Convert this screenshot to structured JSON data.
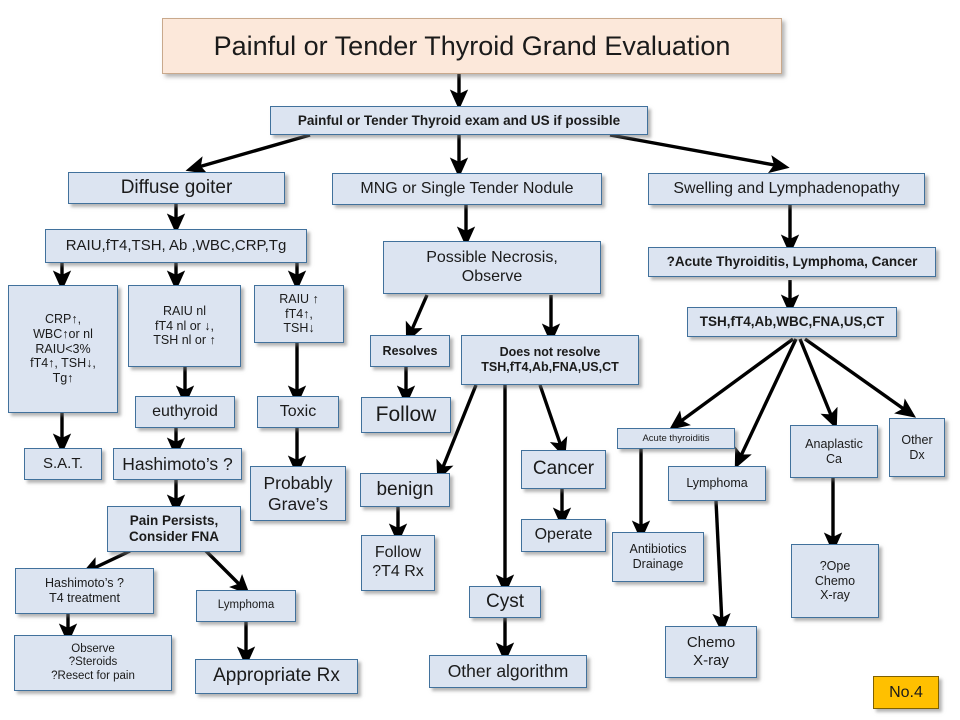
{
  "diagram": {
    "title": "Painful or Tender Thyroid Grand Evaluation",
    "badge": "No.4",
    "colors": {
      "title_fill": "#FCE8DA",
      "node_fill": "#DCE4F1",
      "node_border": "#41719C",
      "badge_fill": "#FFC000",
      "arrow": "#000000",
      "background": "#FFFFFF"
    },
    "root": "Painful or Tender Thyroid exam and US if possible",
    "nodes": [
      {
        "id": "exam",
        "label": "Painful or Tender Thyroid exam and US if possible"
      },
      {
        "id": "diffuse",
        "label": "Diffuse goiter"
      },
      {
        "id": "mng",
        "label": "MNG or Single Tender Nodule"
      },
      {
        "id": "swelling",
        "label": "Swelling and Lymphadenopathy"
      },
      {
        "id": "raiu_panel",
        "label": "RAIU,fT4,TSH, Ab ,WBC,CRP,Tg"
      },
      {
        "id": "crp_up",
        "label": "CRP↑,\nWBC↑or nl\nRAIU<3%\nfT4↑, TSH↓,\nTg↑"
      },
      {
        "id": "raiu_nl",
        "label": "RAIU nl\nfT4 nl or ↓,\nTSH nl or ↑"
      },
      {
        "id": "raiu_up",
        "label": "RAIU ↑\nfT4↑,\nTSH↓"
      },
      {
        "id": "euthyroid",
        "label": "euthyroid"
      },
      {
        "id": "toxic",
        "label": "Toxic"
      },
      {
        "id": "sat",
        "label": "S.A.T."
      },
      {
        "id": "hashimoto_q",
        "label": "Hashimoto’s ?"
      },
      {
        "id": "graves",
        "label": "Probably\nGrave’s"
      },
      {
        "id": "pain_fna",
        "label": "Pain Persists,\nConsider FNA"
      },
      {
        "id": "hashi_t4",
        "label": "Hashimoto’s ?\nT4 treatment"
      },
      {
        "id": "lymphoma_l",
        "label": "Lymphoma"
      },
      {
        "id": "observe",
        "label": "Observe\n?Steroids\n?Resect for pain"
      },
      {
        "id": "approp_rx",
        "label": "Appropriate Rx"
      },
      {
        "id": "necrosis",
        "label": "Possible Necrosis,\nObserve"
      },
      {
        "id": "resolves",
        "label": "Resolves"
      },
      {
        "id": "notresolve",
        "label": "Does not resolve\nTSH,fT4,Ab,FNA,US,CT"
      },
      {
        "id": "follow",
        "label": "Follow"
      },
      {
        "id": "benign",
        "label": "benign"
      },
      {
        "id": "cancer",
        "label": "Cancer"
      },
      {
        "id": "follow_t4",
        "label": "Follow\n?T4 Rx"
      },
      {
        "id": "operate",
        "label": "Operate"
      },
      {
        "id": "cyst",
        "label": "Cyst"
      },
      {
        "id": "other_algo",
        "label": "Other algorithm"
      },
      {
        "id": "acute_list",
        "label": "?Acute Thyroiditis, Lymphoma,  Cancer"
      },
      {
        "id": "tsh_panel",
        "label": "TSH,fT4,Ab,WBC,FNA,US,CT"
      },
      {
        "id": "acute_thy",
        "label": "Acute thyroiditis"
      },
      {
        "id": "lymphoma_r",
        "label": "Lymphoma"
      },
      {
        "id": "anaplastic",
        "label": "Anaplastic\nCa"
      },
      {
        "id": "other_dx",
        "label": "Other\nDx"
      },
      {
        "id": "antibiotics",
        "label": "Antibiotics\nDrainage"
      },
      {
        "id": "chemo_xray",
        "label": "Chemo\nX-ray"
      },
      {
        "id": "ope_chemo",
        "label": "?Ope\nChemo\nX-ray"
      }
    ],
    "edges": [
      [
        "title",
        "exam"
      ],
      [
        "exam",
        "diffuse"
      ],
      [
        "exam",
        "mng"
      ],
      [
        "exam",
        "swelling"
      ],
      [
        "diffuse",
        "raiu_panel"
      ],
      [
        "raiu_panel",
        "crp_up"
      ],
      [
        "raiu_panel",
        "raiu_nl"
      ],
      [
        "raiu_panel",
        "raiu_up"
      ],
      [
        "crp_up",
        "sat"
      ],
      [
        "raiu_nl",
        "euthyroid"
      ],
      [
        "euthyroid",
        "hashimoto_q"
      ],
      [
        "hashimoto_q",
        "pain_fna"
      ],
      [
        "pain_fna",
        "hashi_t4"
      ],
      [
        "pain_fna",
        "lymphoma_l"
      ],
      [
        "hashi_t4",
        "observe"
      ],
      [
        "lymphoma_l",
        "approp_rx"
      ],
      [
        "raiu_up",
        "toxic"
      ],
      [
        "toxic",
        "graves"
      ],
      [
        "mng",
        "necrosis"
      ],
      [
        "necrosis",
        "resolves"
      ],
      [
        "necrosis",
        "notresolve"
      ],
      [
        "resolves",
        "follow"
      ],
      [
        "notresolve",
        "benign"
      ],
      [
        "notresolve",
        "cyst"
      ],
      [
        "notresolve",
        "cancer"
      ],
      [
        "benign",
        "follow_t4"
      ],
      [
        "cancer",
        "operate"
      ],
      [
        "cyst",
        "other_algo"
      ],
      [
        "swelling",
        "acute_list"
      ],
      [
        "acute_list",
        "tsh_panel"
      ],
      [
        "tsh_panel",
        "acute_thy"
      ],
      [
        "tsh_panel",
        "lymphoma_r"
      ],
      [
        "tsh_panel",
        "anaplastic"
      ],
      [
        "tsh_panel",
        "other_dx"
      ],
      [
        "acute_thy",
        "antibiotics"
      ],
      [
        "lymphoma_r",
        "chemo_xray"
      ],
      [
        "anaplastic",
        "ope_chemo"
      ]
    ]
  }
}
